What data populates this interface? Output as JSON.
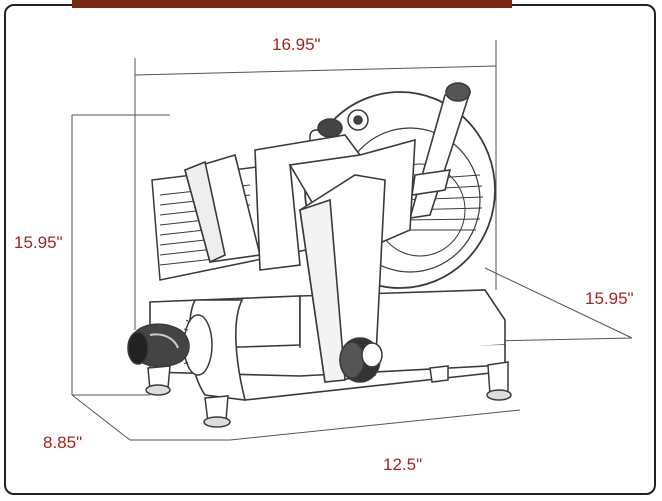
{
  "dimensions": {
    "width_top": "16.95\"",
    "height_left": "15.95\"",
    "depth_right": "15.95\"",
    "foot_depth": "8.85\"",
    "foot_width": "12.5\""
  },
  "colors": {
    "dimension_text": "#b0201a",
    "frame_bar": "#7a2a12",
    "line": "#3a3a3a"
  }
}
